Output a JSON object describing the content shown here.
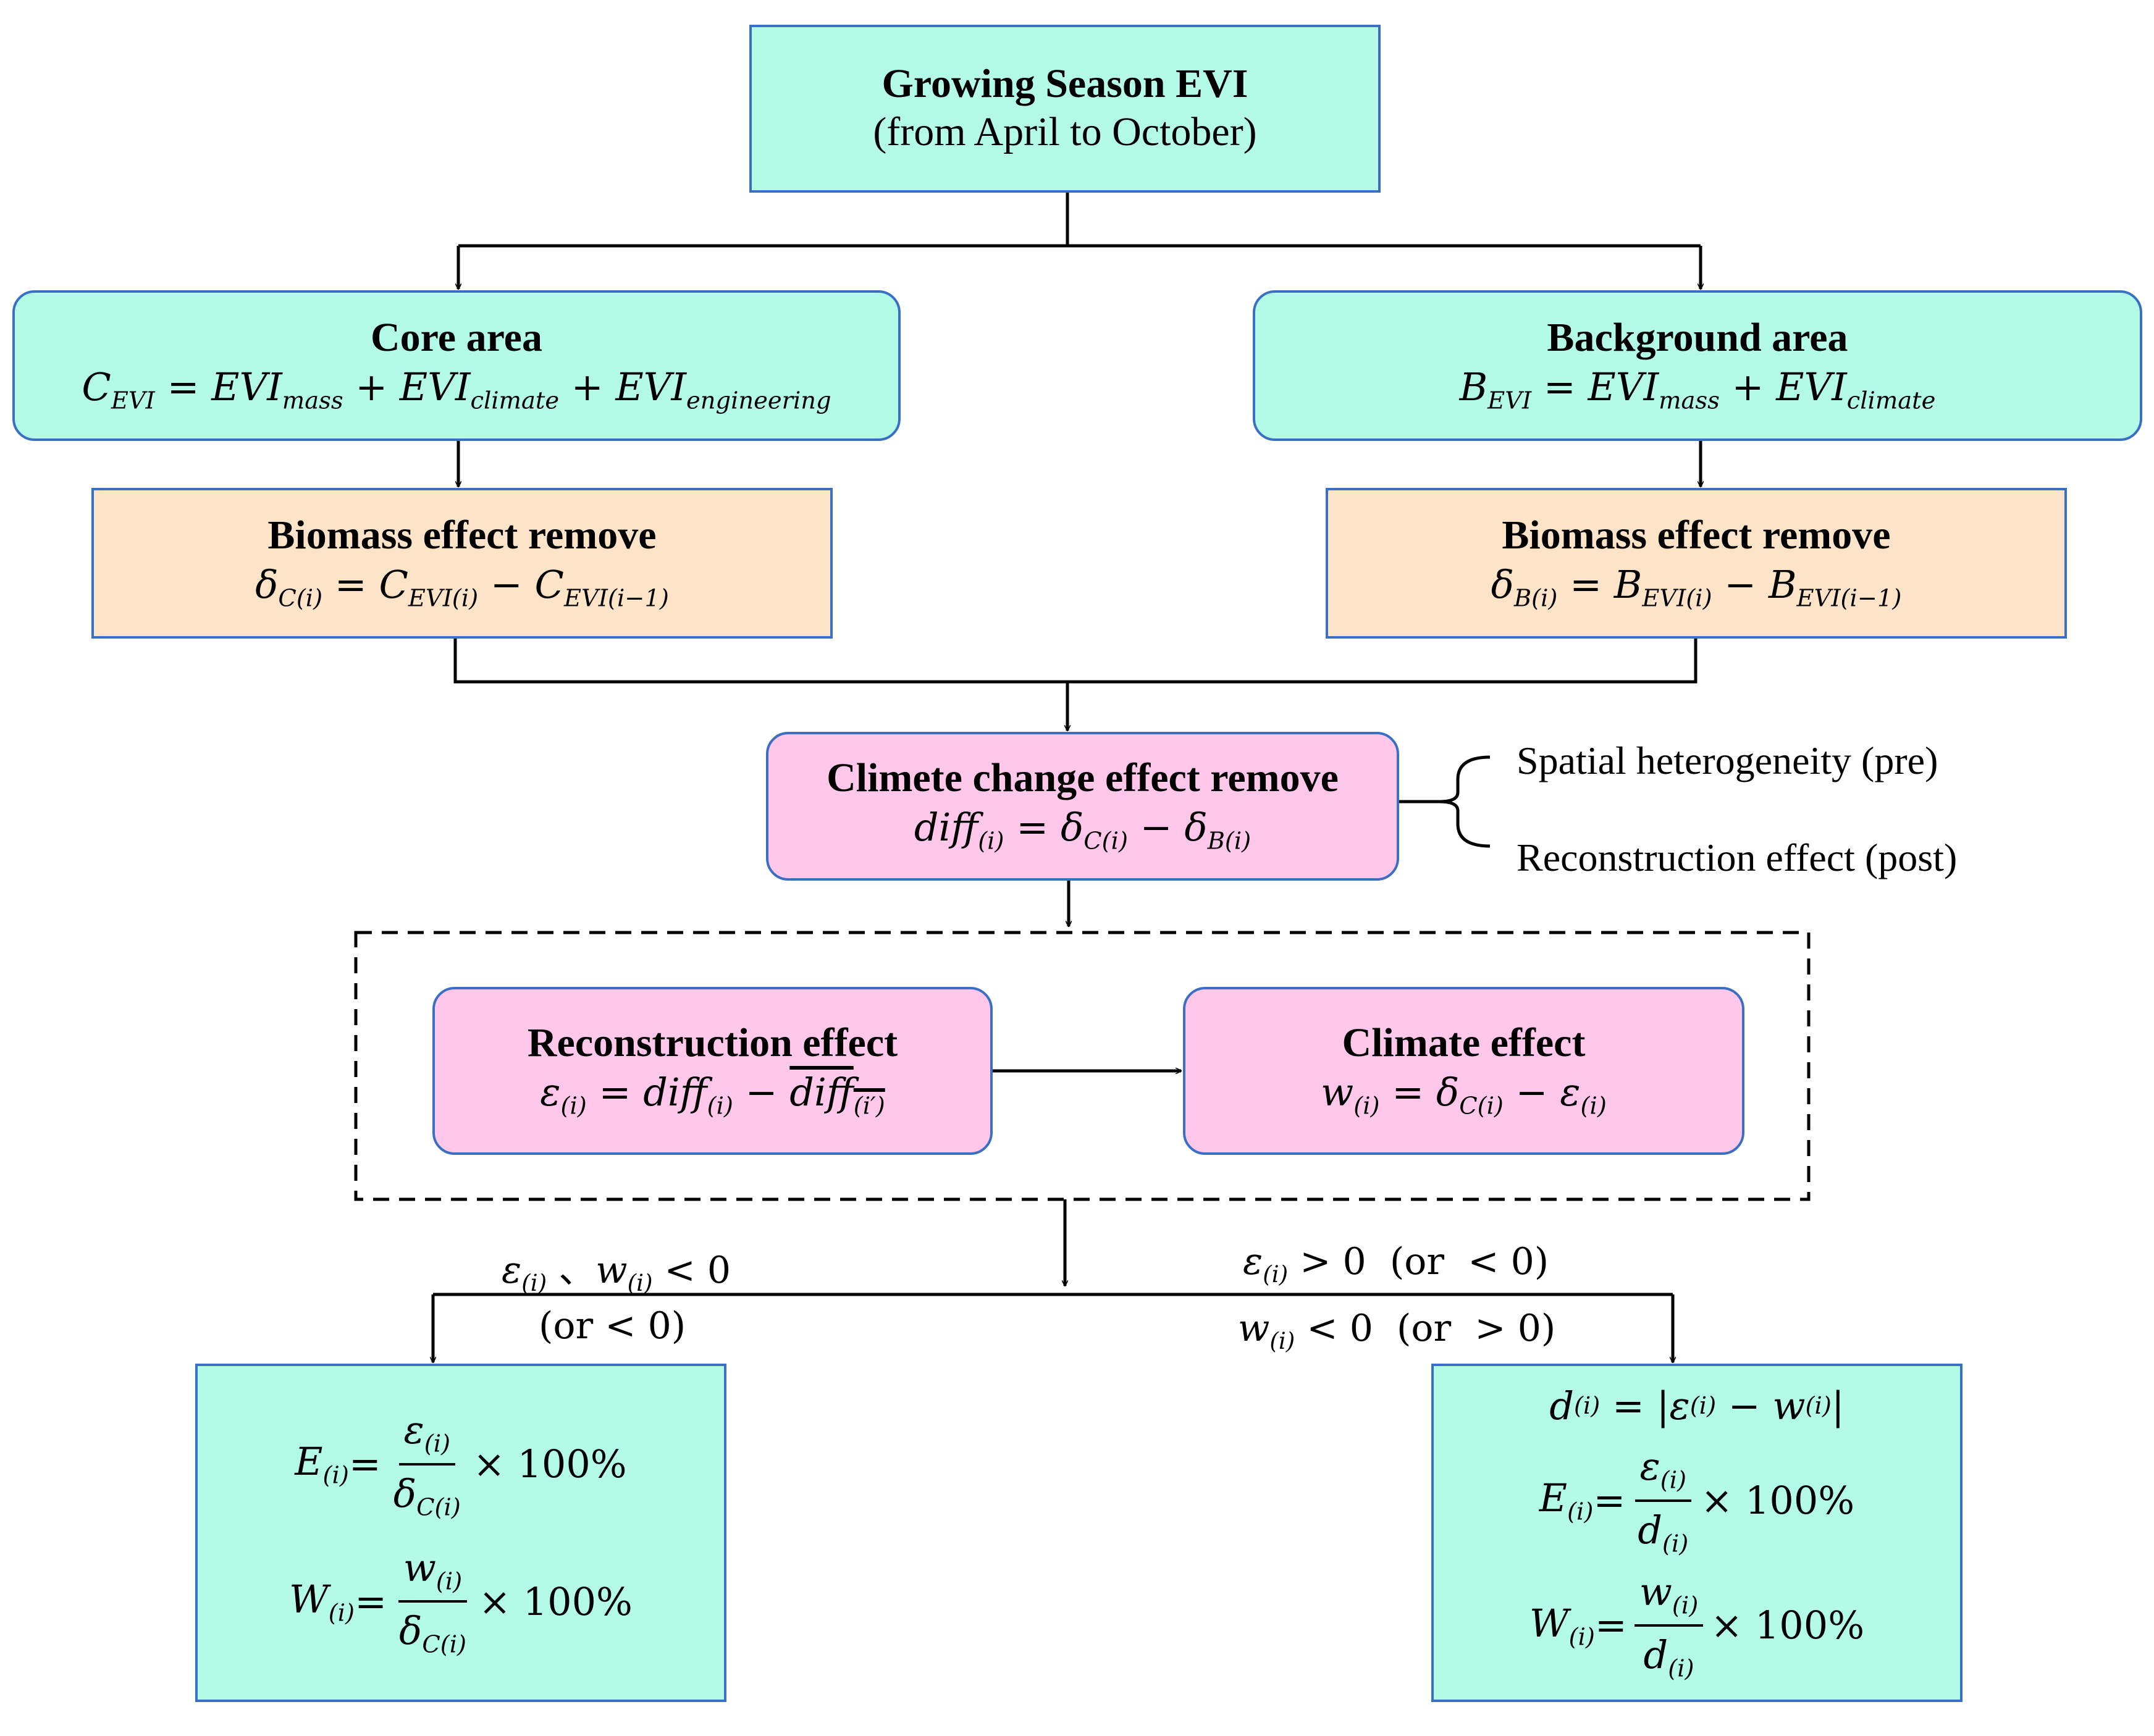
{
  "nodes": {
    "top": {
      "title": "Growing Season EVI",
      "subtitle": "(from April to October)"
    },
    "core": {
      "title": "Core area",
      "eq": {
        "lhs": "C",
        "lhs_sub": "EVI",
        "eq": " = ",
        "t1": "EVI",
        "t1_sub": "mass",
        "op1": " + ",
        "t2": "EVI",
        "t2_sub": "climate",
        "op2": " + ",
        "t3": "EVI",
        "t3_sub": "engineering"
      }
    },
    "background": {
      "title": "Background area",
      "eq": {
        "lhs": "B",
        "lhs_sub": "EVI",
        "eq": " = ",
        "t1": "EVI",
        "t1_sub": "mass",
        "op1": " + ",
        "t2": "EVI",
        "t2_sub": "climate"
      }
    },
    "biomass_core": {
      "title": "Biomass effect remove",
      "eq": {
        "lhs": "δ",
        "lhs_sub": "C(i)",
        "eq": " = ",
        "t1": "C",
        "t1_sub": "EVI(i)",
        "op1": " − ",
        "t2": "C",
        "t2_sub": "EVI(i−1)"
      }
    },
    "biomass_bg": {
      "title": "Biomass effect remove",
      "eq": {
        "lhs": "δ",
        "lhs_sub": "B(i)",
        "eq": " = ",
        "t1": "B",
        "t1_sub": "EVI(i)",
        "op1": " − ",
        "t2": "B",
        "t2_sub": "EVI(i−1)"
      }
    },
    "climate_change": {
      "title": "Climete change effect remove",
      "eq": {
        "lhs": "diff",
        "lhs_sub": "(i)",
        "eq": " = ",
        "t1": "δ",
        "t1_sub": "C(i)",
        "op1": " − ",
        "t2": "δ",
        "t2_sub": "B(i)"
      }
    },
    "reconstruction": {
      "title": "Reconstruction effect",
      "eq": {
        "lhs": "ε",
        "lhs_sub": "(i)",
        "eq": " = ",
        "t1": "diff",
        "t1_sub": "(i)",
        "op1": " − ",
        "t2": "diff",
        "t2_sub": "(i′)"
      }
    },
    "climate": {
      "title": "Climate effect",
      "eq": {
        "lhs": "w",
        "lhs_sub": "(i)",
        "eq": " = ",
        "t1": "δ",
        "t1_sub": "C(i)",
        "op1": " − ",
        "t2": "ε",
        "t2_sub": "(i)"
      }
    },
    "result_left": {
      "e": {
        "lhs": "E",
        "lhs_sub": "(i)",
        "eq": " = ",
        "num": "ε",
        "num_sub": "(i)",
        "den": "δ",
        "den_sub": "C(i)",
        "tail": "× 100%"
      },
      "w": {
        "lhs": "W",
        "lhs_sub": "(i)",
        "eq": " = ",
        "num": "w",
        "num_sub": "(i)",
        "den": "δ",
        "den_sub": "C(i)",
        "tail": "× 100%"
      }
    },
    "result_right": {
      "d": {
        "lhs": "d",
        "lhs_sub": "(i)",
        "eq": " = |",
        "t1": "ε",
        "t1_sub": "(i)",
        "op1": " − ",
        "t2": "w",
        "t2_sub": "(i)",
        "close": "|"
      },
      "e": {
        "lhs": "E",
        "lhs_sub": "(i)",
        "eq": " = ",
        "num": "ε",
        "num_sub": "(i)",
        "den": "d",
        "den_sub": "(i)",
        "tail": "× 100%"
      },
      "w": {
        "lhs": "W",
        "lhs_sub": "(i)",
        "eq": " = ",
        "num": "w",
        "num_sub": "(i)",
        "den": "d",
        "den_sub": "(i)",
        "tail": "× 100%"
      }
    }
  },
  "side_labels": {
    "pre": "Spatial heterogeneity (pre)",
    "post": "Reconstruction effect (post)"
  },
  "conditions": {
    "left_line1": {
      "a": "ε",
      "a_sub": "(i)",
      "sep": " 、",
      "b": "w",
      "b_sub": "(i)",
      "rel": " < 0"
    },
    "left_line2": "(or  < 0)",
    "right_line1": {
      "a": "ε",
      "a_sub": "(i)",
      "rel": " > 0",
      "alt": "  (or  < 0)"
    },
    "right_line2": {
      "a": "w",
      "a_sub": "(i)",
      "rel": " < 0",
      "alt": "  (or  > 0)"
    }
  },
  "colors": {
    "cyan": "#b3fbe6",
    "peach": "#fde3c8",
    "pink": "#ffc8ea",
    "border": "#3a6fc4"
  }
}
